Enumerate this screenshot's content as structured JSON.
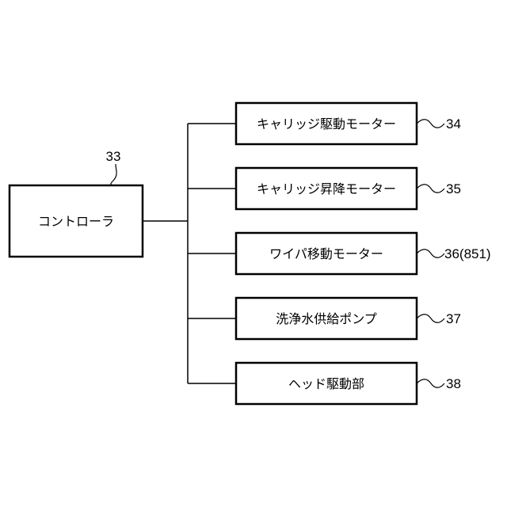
{
  "controller": {
    "label": "コントローラ",
    "ref": "33"
  },
  "components": [
    {
      "label": "キャリッジ駆動モーター",
      "ref": "34"
    },
    {
      "label": "キャリッジ昇降モーター",
      "ref": "35"
    },
    {
      "label": "ワイパ移動モーター",
      "ref": "36(851)"
    },
    {
      "label": "洗浄水供給ポンプ",
      "ref": "37"
    },
    {
      "label": "ヘッド駆動部",
      "ref": "38"
    }
  ]
}
